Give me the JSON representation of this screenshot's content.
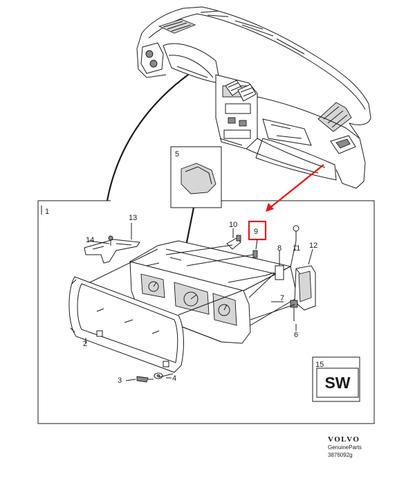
{
  "callouts": {
    "c1": "1",
    "c2": "2",
    "c3": "3",
    "c4": "4",
    "c5": "5",
    "c6": "6",
    "c7": "7",
    "c8": "8",
    "c9": "9",
    "c11": "11",
    "c12": "12",
    "c13": "13",
    "c14": "14",
    "c15": "15"
  },
  "symbol_box": {
    "text": "SW"
  },
  "footer": {
    "brand": "VOLVO",
    "subtitle": "GenuineParts",
    "code": "3876092g"
  },
  "colors": {
    "line": "#1a1a1a",
    "highlight": "#e01b1b",
    "background": "#ffffff"
  }
}
